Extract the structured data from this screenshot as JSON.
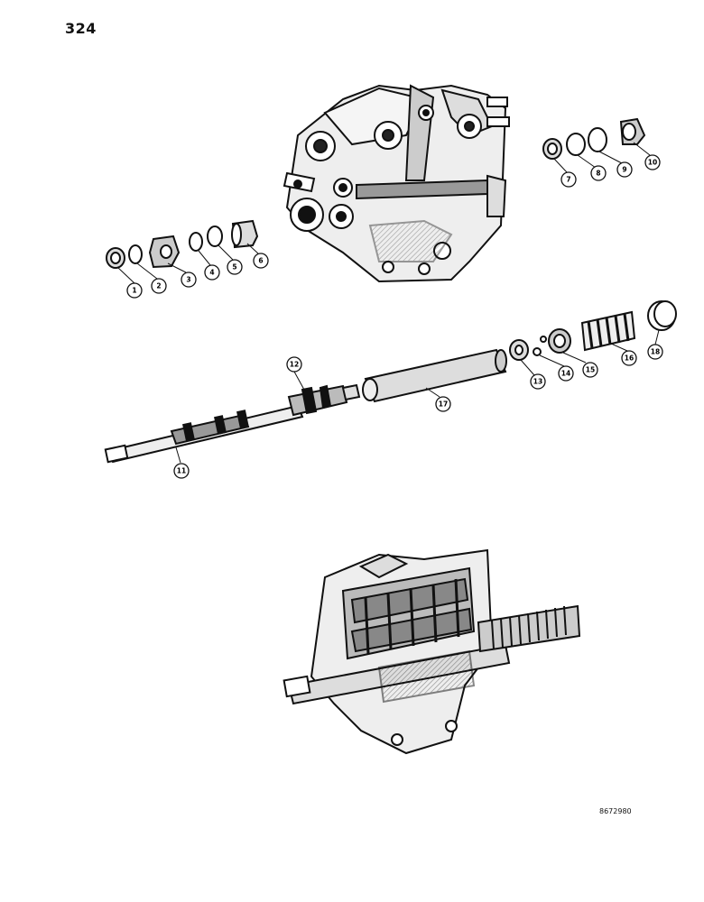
{
  "page_number": "324",
  "figure_id": "8672980",
  "callouts": {
    "c1": "1",
    "c2": "2",
    "c3": "3",
    "c4": "4",
    "c5": "5",
    "c6": "6",
    "c7": "7",
    "c8": "8",
    "c9": "9",
    "c10": "10",
    "c11": "11",
    "c12": "12",
    "c13": "13",
    "c14": "14",
    "c15": "15",
    "c16": "16",
    "c17": "17",
    "c18": "18"
  }
}
